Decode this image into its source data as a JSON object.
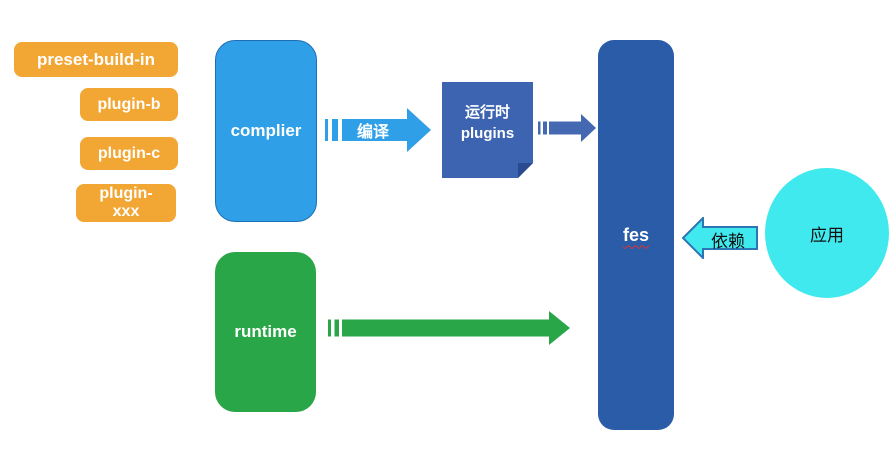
{
  "colors": {
    "orange": "#F2A633",
    "light_blue": "#2F9FE8",
    "light_blue_border": "#1E6FB5",
    "note_blue": "#3D64B1",
    "note_fold_blue": "#2A4A8F",
    "mid_blue_arrow": "#4468B2",
    "fes_blue": "#2A5CA8",
    "green": "#29A648",
    "cyan": "#3FE9EE",
    "cyan_border": "#2E75B6",
    "squiggle_red": "#e03131"
  },
  "plugins": [
    {
      "label": "preset-build-in"
    },
    {
      "label": "plugin-b"
    },
    {
      "label": "plugin-c"
    },
    {
      "label": "plugin-xxx"
    }
  ],
  "nodes": {
    "complier": {
      "label": "complier"
    },
    "runtime_plugins": {
      "label_line1": "运行时",
      "label_line2": "plugins"
    },
    "fes": {
      "label": "fes"
    },
    "runtime": {
      "label": "runtime"
    },
    "app": {
      "label": "应用"
    }
  },
  "arrows": {
    "compile": {
      "label": "编译"
    },
    "depend": {
      "label": "依赖"
    }
  }
}
